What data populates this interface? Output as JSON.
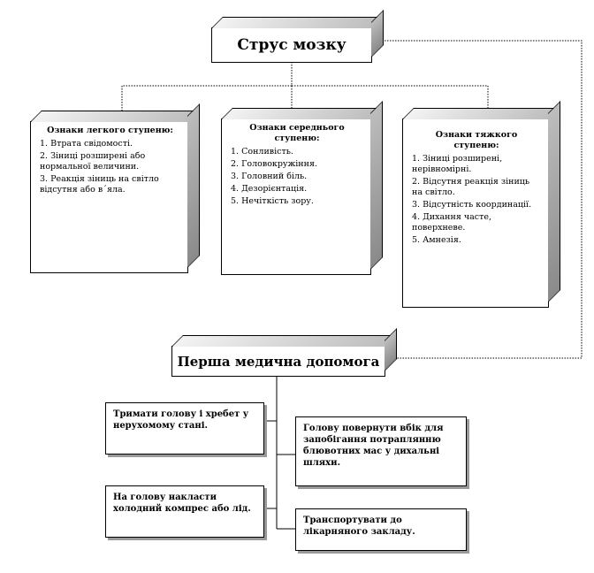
{
  "title": "Струс мозку",
  "first_aid_title": "Перша медична допомога",
  "mild": {
    "heading": "Ознаки легкого ступеню:",
    "items": [
      "1. Втрата свідомості.",
      "2. Зіниці розширені або нормальної величини.",
      "3. Реакція зіниць на світло відсутня або в´яла."
    ]
  },
  "moderate": {
    "heading": "Ознаки середнього ступеню:",
    "items": [
      "1. Сонливість.",
      "2. Головокружіння.",
      "3. Головний біль.",
      "4. Дезорієнтація.",
      "5. Нечіткість зору."
    ]
  },
  "severe": {
    "heading": "Ознаки тяжкого ступеню:",
    "items": [
      "1. Зіниці розширені, нерівномірні.",
      "2. Відсутня реакція зіниць на світло.",
      "3. Відсутність координації.",
      "4. Дихання часте, поверхневе.",
      "5. Амнезія."
    ]
  },
  "aid": {
    "step1": "Тримати голову і хребет у нерухомому стані.",
    "step2": "Голову повернути вбік для запобігання потраплянню блювотних мас у дихальні шляхи.",
    "step3": "На голову накласти холодний компрес або лід.",
    "step4": "Транспортувати до лікарняного закладу."
  }
}
